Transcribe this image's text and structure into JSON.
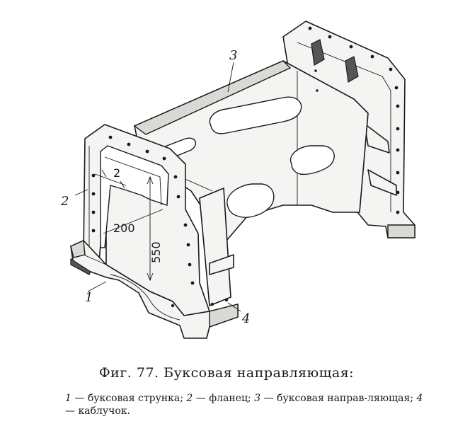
{
  "figure": {
    "callouts": {
      "c1": "1",
      "c2": "2",
      "c3": "3",
      "c4": "4"
    },
    "dimensions": {
      "d_thickness": "2",
      "d_width": "200",
      "d_height": "550"
    }
  },
  "caption": {
    "title": "Фиг. 77. Буксовая направляющая:",
    "legend": {
      "n1": "1",
      "t1": " — буксовая струнка; ",
      "n2": "2",
      "t2": " — фланец; ",
      "n3": "3",
      "t3": " — буксовая направ-ляющая; ",
      "n4": "4",
      "t4": " — каблучок."
    }
  }
}
